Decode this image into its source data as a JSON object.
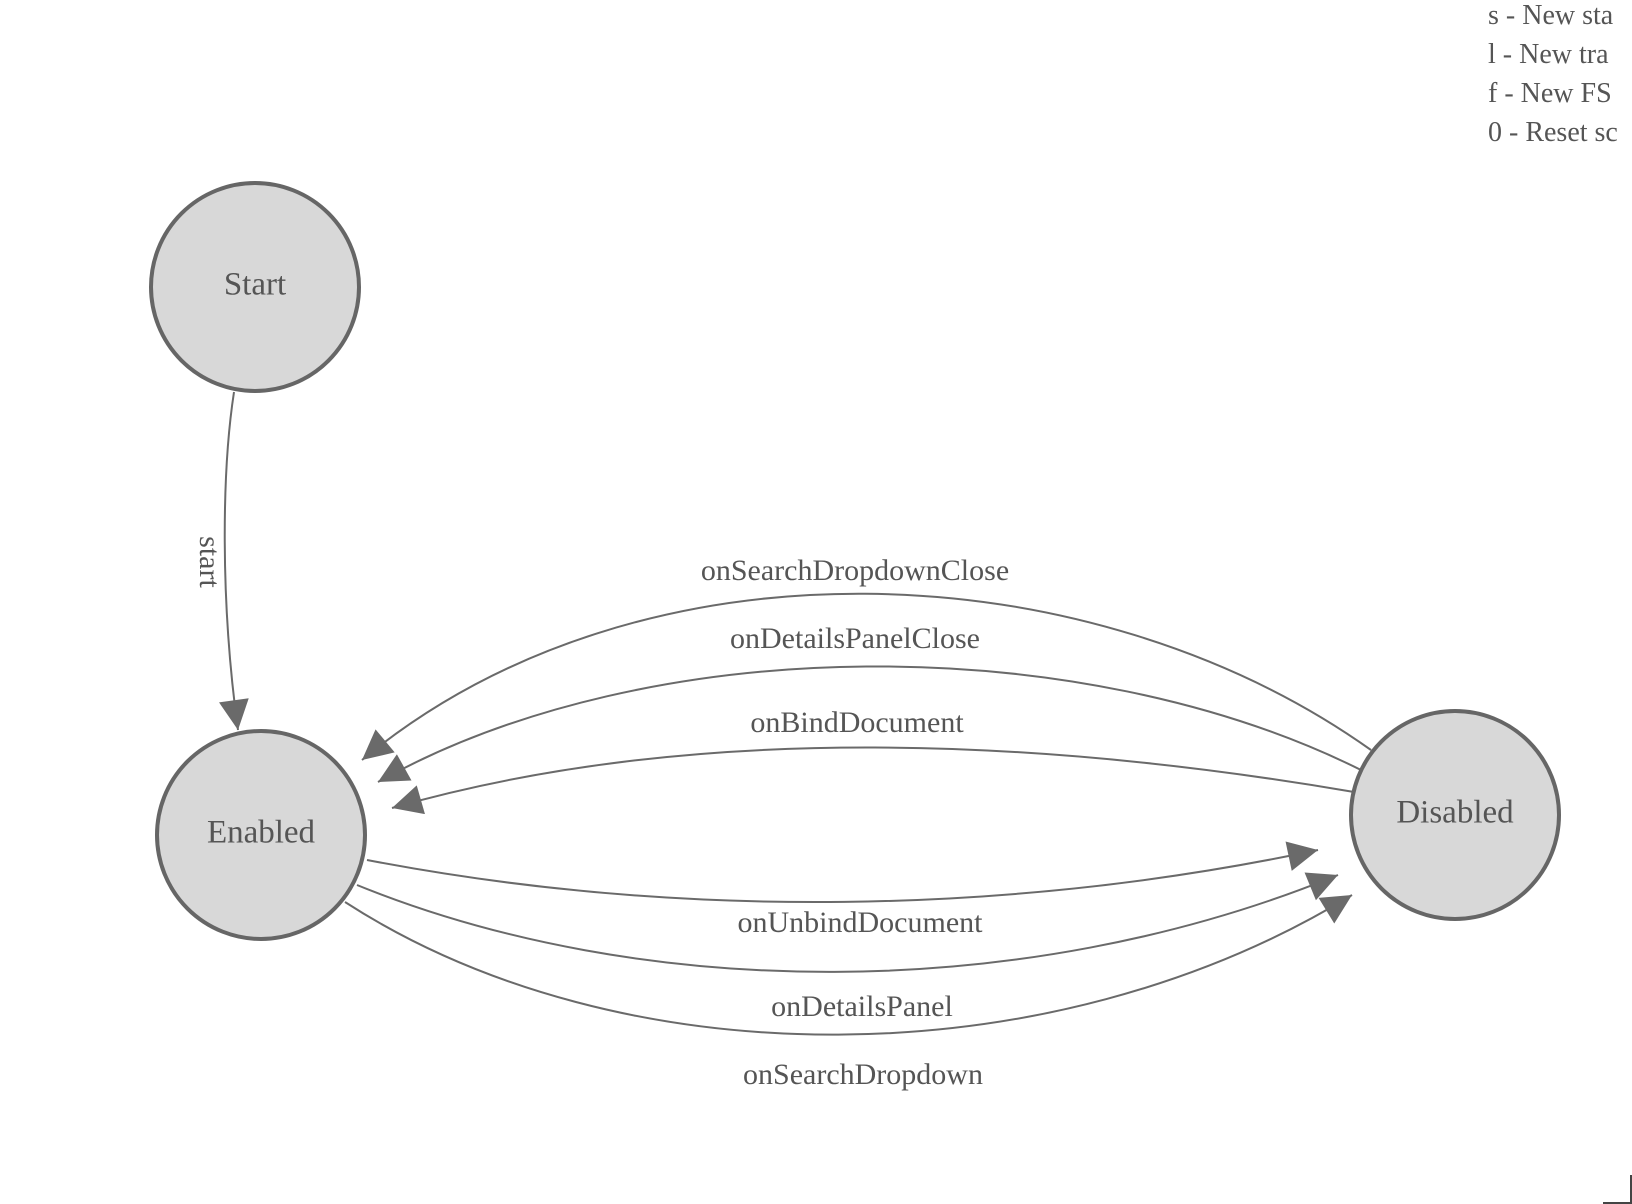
{
  "legend": {
    "lines": [
      "s - New sta",
      "l - New tra",
      "f - New FS",
      "0 - Reset sc"
    ]
  },
  "states": {
    "start": "Start",
    "enabled": "Enabled",
    "disabled": "Disabled"
  },
  "transitions": {
    "start": "start",
    "on_search_dropdown_close": "onSearchDropdownClose",
    "on_details_panel_close": "onDetailsPanelClose",
    "on_bind_document": "onBindDocument",
    "on_unbind_document": "onUnbindDocument",
    "on_details_panel": "onDetailsPanel",
    "on_search_dropdown": "onSearchDropdown"
  },
  "colors": {
    "node_fill": "#d8d8d8",
    "stroke": "#666666",
    "text": "#555555"
  }
}
